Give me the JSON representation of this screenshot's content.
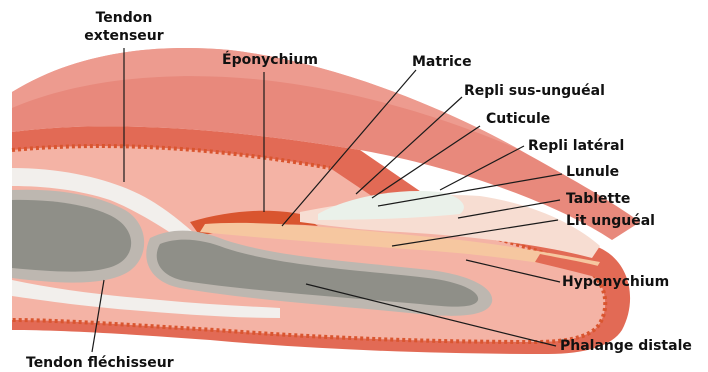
{
  "labels": {
    "tendon_extenseur_l1": "Tendon",
    "tendon_extenseur_l2": "extenseur",
    "eponychium": "Éponychium",
    "matrice": "Matrice",
    "repli_sus_ungueal": "Repli sus-unguéal",
    "cuticule": "Cuticule",
    "repli_lateral": "Repli latéral",
    "lunule": "Lunule",
    "tablette": "Tablette",
    "lit_ungueal": "Lit unguéal",
    "hyponychium": "Hyponychium",
    "phalange_distale": "Phalange distale",
    "tendon_flechisseur": "Tendon fléchisseur"
  },
  "colors": {
    "skin_top": "#e8897c",
    "skin_section": "#f4b3a5",
    "skin_dermis": "#e26a55",
    "skin_edge": "#d9552f",
    "bone": "#8f8f88",
    "bone_outline": "#bdb7b0",
    "tendon": "#f2efec",
    "nail_plate": "#f7ddd2",
    "lunule": "#eaf1ea",
    "nail_bed": "#f6c7a0"
  }
}
